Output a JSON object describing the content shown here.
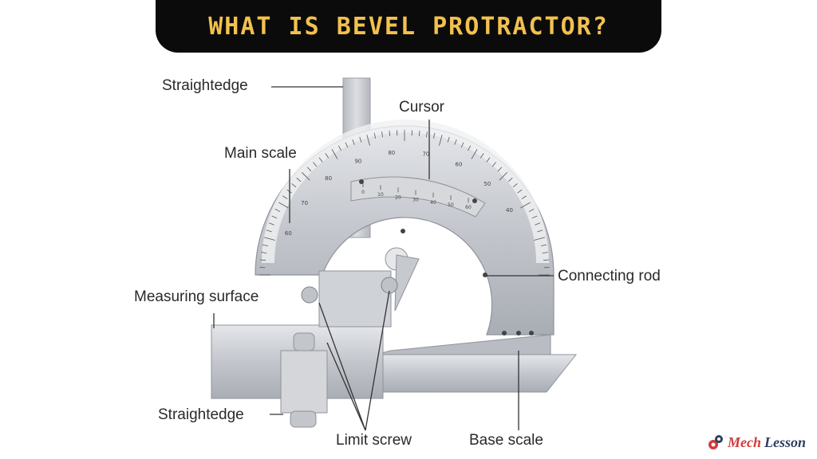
{
  "title": "WHAT IS BEVEL PROTRACTOR?",
  "labels": {
    "straightedge_top": "Straightedge",
    "cursor": "Cursor",
    "main_scale": "Main scale",
    "measuring_surface": "Measuring surface",
    "connecting_rod": "Connecting rod",
    "straightedge_bottom": "Straightedge",
    "limit_screw": "Limit screw",
    "base_scale": "Base scale"
  },
  "brand": {
    "part1": "Mech",
    "part2": "Lesson"
  },
  "scale_numbers": {
    "main": [
      "60",
      "70",
      "80",
      "90",
      "80",
      "70",
      "60",
      "50",
      "40"
    ],
    "cursor": [
      "0",
      "10",
      "20",
      "30",
      "40",
      "50",
      "60"
    ]
  },
  "colors": {
    "banner_bg": "#0b0b0b",
    "banner_text": "#f2c14e",
    "metal": "#c9ccd1"
  }
}
